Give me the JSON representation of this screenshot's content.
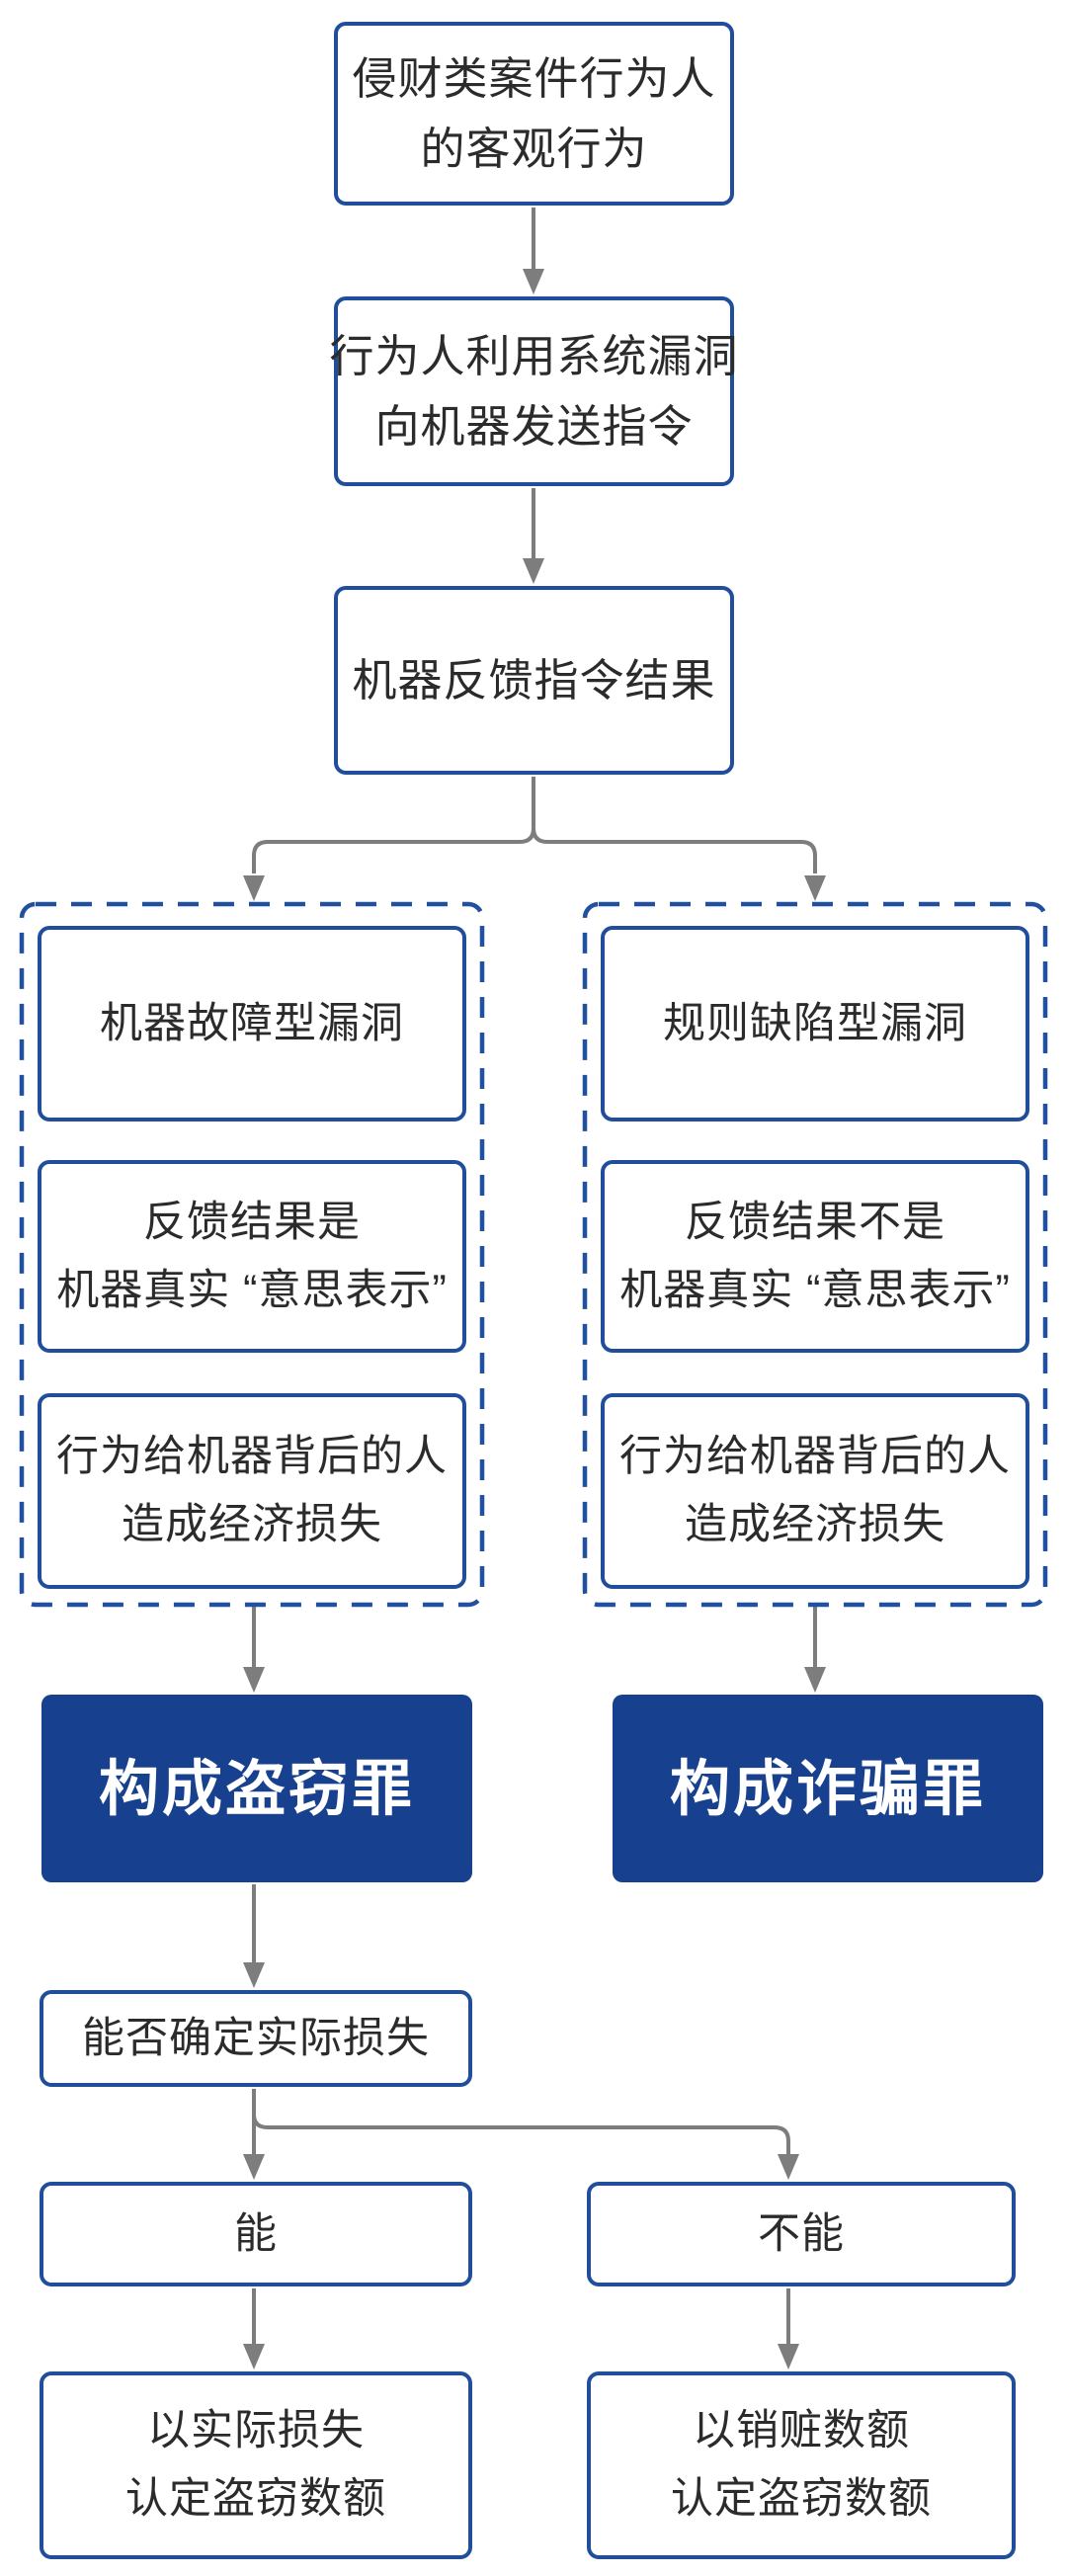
{
  "colors": {
    "box_border_blue": "#214e9b",
    "dashed_border_blue": "#21509f",
    "solid_fill_blue": "#17408f",
    "arrow_gray": "#7d7d7d",
    "text_dark": "#2b2b2b",
    "text_white": "#ffffff",
    "background": "#ffffff"
  },
  "nodes": {
    "objective_behavior": {
      "lines": [
        "侵财类案件行为人",
        "的客观行为"
      ]
    },
    "send_command": {
      "lines": [
        "行为人利用系统漏洞",
        "向机器发送指令"
      ]
    },
    "feedback_result": {
      "lines": [
        "机器反馈指令结果"
      ]
    },
    "left_branch": {
      "fault_type": {
        "lines": [
          "机器故障型漏洞"
        ]
      },
      "feedback_true": {
        "lines": [
          "反馈结果是",
          "机器真实 “意思表示”"
        ]
      },
      "economic_loss": {
        "lines": [
          "行为给机器背后的人",
          "造成经济损失"
        ]
      }
    },
    "right_branch": {
      "rule_type": {
        "lines": [
          "规则缺陷型漏洞"
        ]
      },
      "feedback_not_true": {
        "lines": [
          "反馈结果不是",
          "机器真实 “意思表示”"
        ]
      },
      "economic_loss": {
        "lines": [
          "行为给机器背后的人",
          "造成经济损失"
        ]
      }
    },
    "theft_crime": {
      "label": "构成盗窃罪"
    },
    "fraud_crime": {
      "label": "构成诈骗罪"
    },
    "determine_loss": {
      "label": "能否确定实际损失"
    },
    "yes": {
      "label": "能"
    },
    "no": {
      "label": "不能"
    },
    "actual_loss_amount": {
      "lines": [
        "以实际损失",
        "认定盗窃数额"
      ]
    },
    "stolen_goods_amount": {
      "lines": [
        "以销赃数额",
        "认定盗窃数额"
      ]
    }
  }
}
